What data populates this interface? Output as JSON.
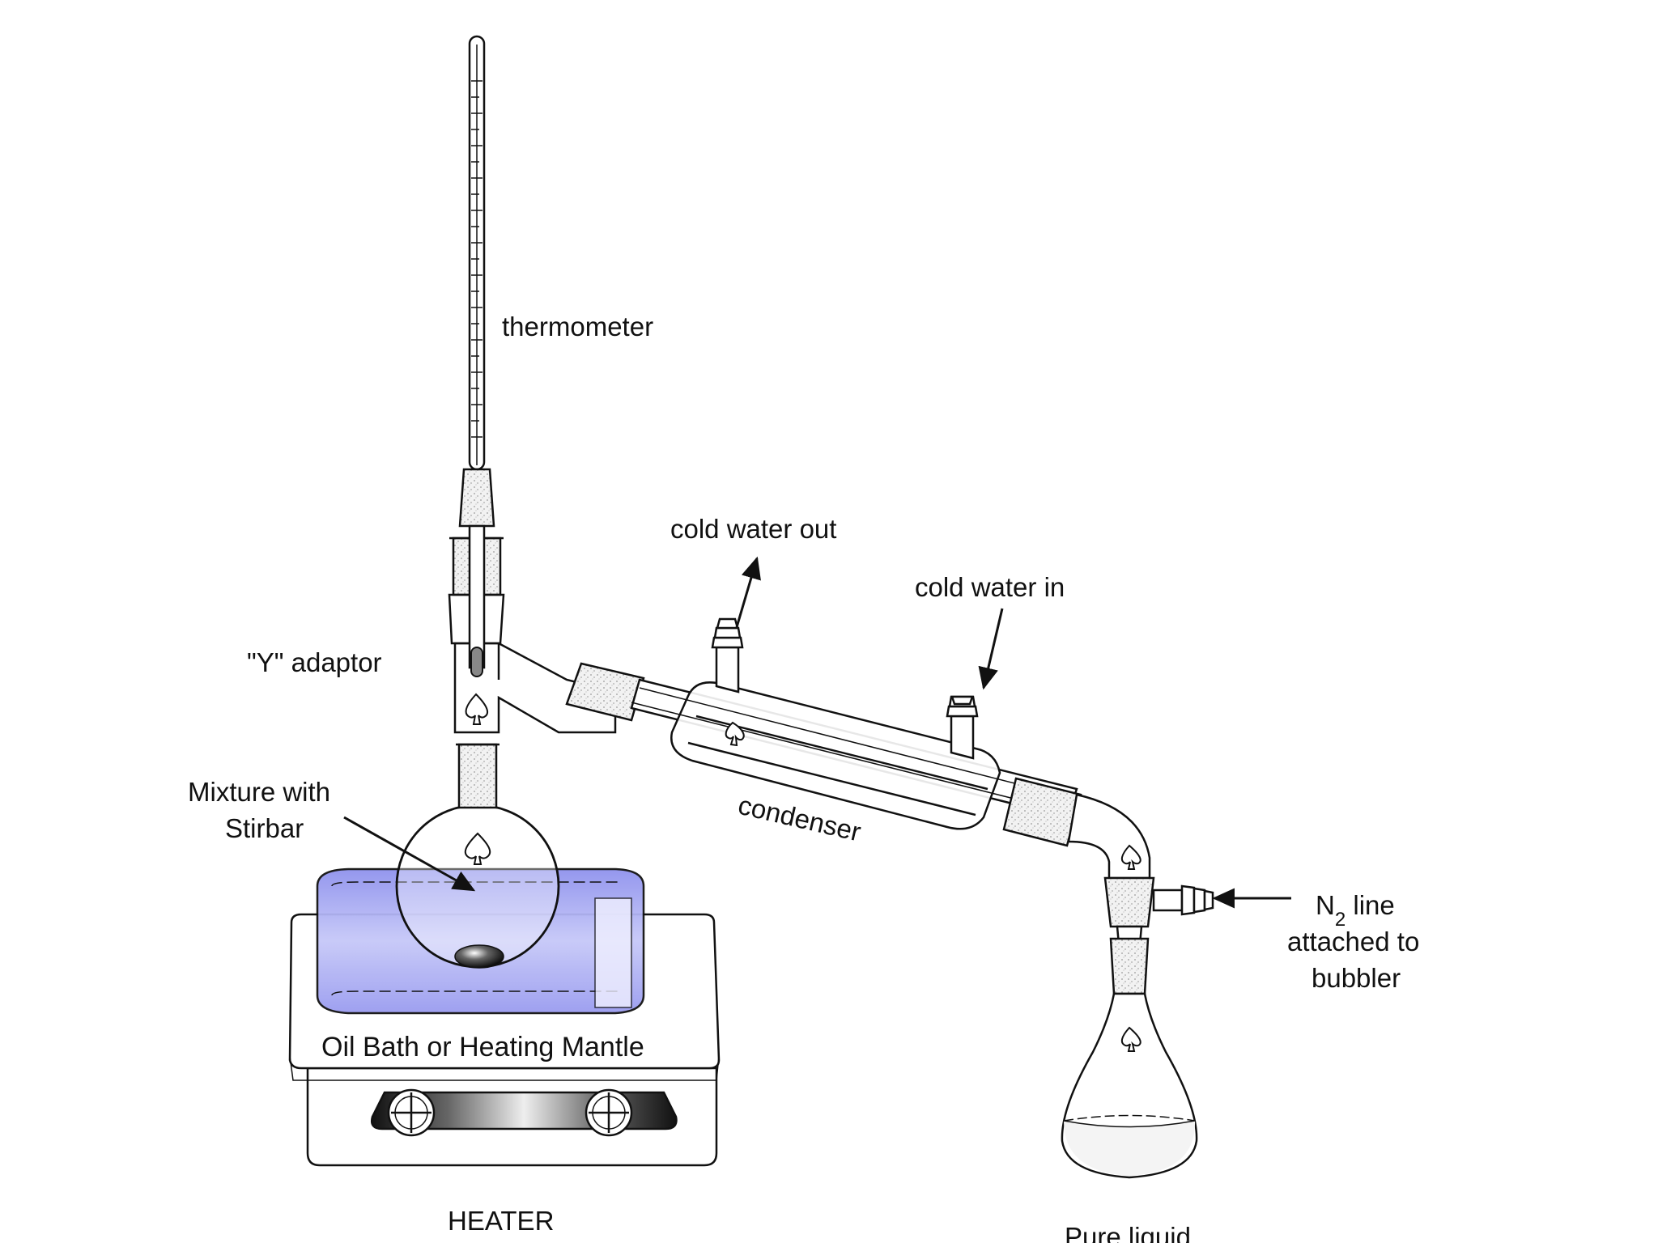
{
  "diagram": {
    "labels": {
      "thermometer": "thermometer",
      "y_adaptor": "\"Y\" adaptor",
      "cold_water_out": "cold water out",
      "cold_water_in": "cold water in",
      "mixture_line1": "Mixture with",
      "mixture_line2": "Stirbar",
      "condenser": "condenser",
      "n2_prefix": "N",
      "n2_subscript": "2",
      "n2_suffix": " line",
      "n2_line2": "attached to",
      "n2_line3": "bubbler",
      "oil_bath": "Oil Bath or Heating Mantle",
      "heater": "HEATER",
      "pure_liquid": "Pure liquid"
    },
    "colors": {
      "bath": "#9a9cf0",
      "bath_light": "#c9cbf8",
      "outline": "#111111",
      "joint_speckle": "#d9d9d9"
    }
  }
}
